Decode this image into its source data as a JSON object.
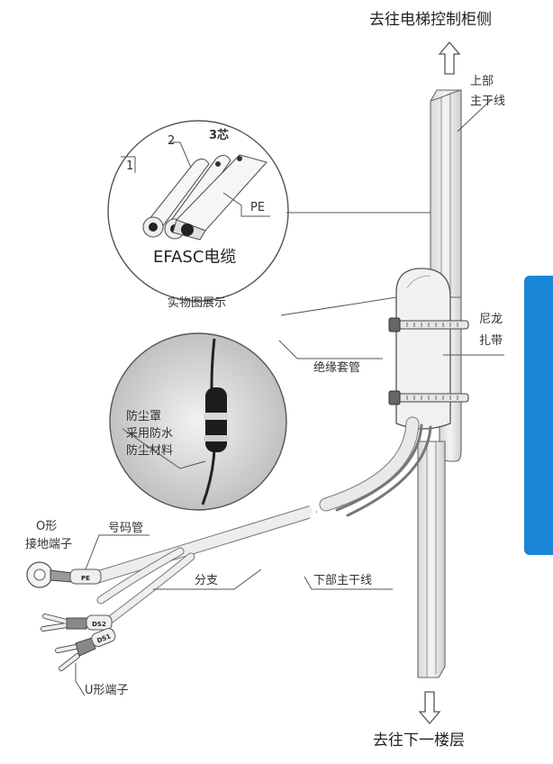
{
  "top_direction": "去往电梯控制柜侧",
  "bottom_direction": "去往下一楼层",
  "upper_trunk": [
    "上部",
    "主干线"
  ],
  "lower_trunk": "下部主干线",
  "nylon_tie": [
    "尼龙",
    "扎带"
  ],
  "sleeve": "绝缘套管",
  "branch": "分支",
  "number_tube": "号码管",
  "o_terminal": [
    "O形",
    "接地端子"
  ],
  "u_terminal": "U形端子",
  "cable_cores": {
    "one": "1",
    "two": "2",
    "three": "3芯",
    "pe": "PE"
  },
  "cable_name": "EFASC电缆",
  "photo_caption": "实物图展示",
  "dust_cover": [
    "防尘罩",
    "采用防水",
    "防尘材料"
  ],
  "terminal_marks": {
    "pe": "PE",
    "ds2": "DS2",
    "ds1": "DS1"
  },
  "accent_color": "#1a86d8"
}
